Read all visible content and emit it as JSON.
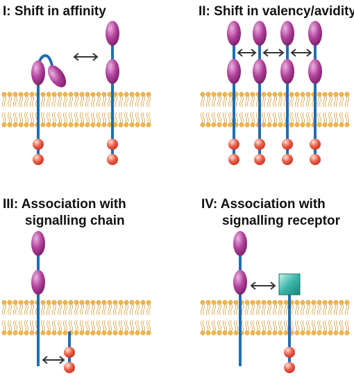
{
  "panels": [
    {
      "id": "I",
      "title_lines": [
        "I: Shift in affinity"
      ]
    },
    {
      "id": "II",
      "title_lines": [
        "II: Shift in valency/avidity"
      ]
    },
    {
      "id": "III",
      "title_lines": [
        "III: Association with",
        "signalling chain"
      ]
    },
    {
      "id": "IV",
      "title_lines": [
        "IV: Association with",
        "signalling receptor"
      ]
    }
  ],
  "colors": {
    "membrane": "#f1b54a",
    "membrane_tail": "#d39a35",
    "stalk": "#1f6db3",
    "domain": "#a8328f",
    "domain_highlight": "#d98ccf",
    "signal": "#e24a3a",
    "signal_highlight": "#fbd0c5",
    "receptor": "#2aa89a",
    "receptor_highlight": "#bfeee7",
    "arrow": "#333333"
  }
}
